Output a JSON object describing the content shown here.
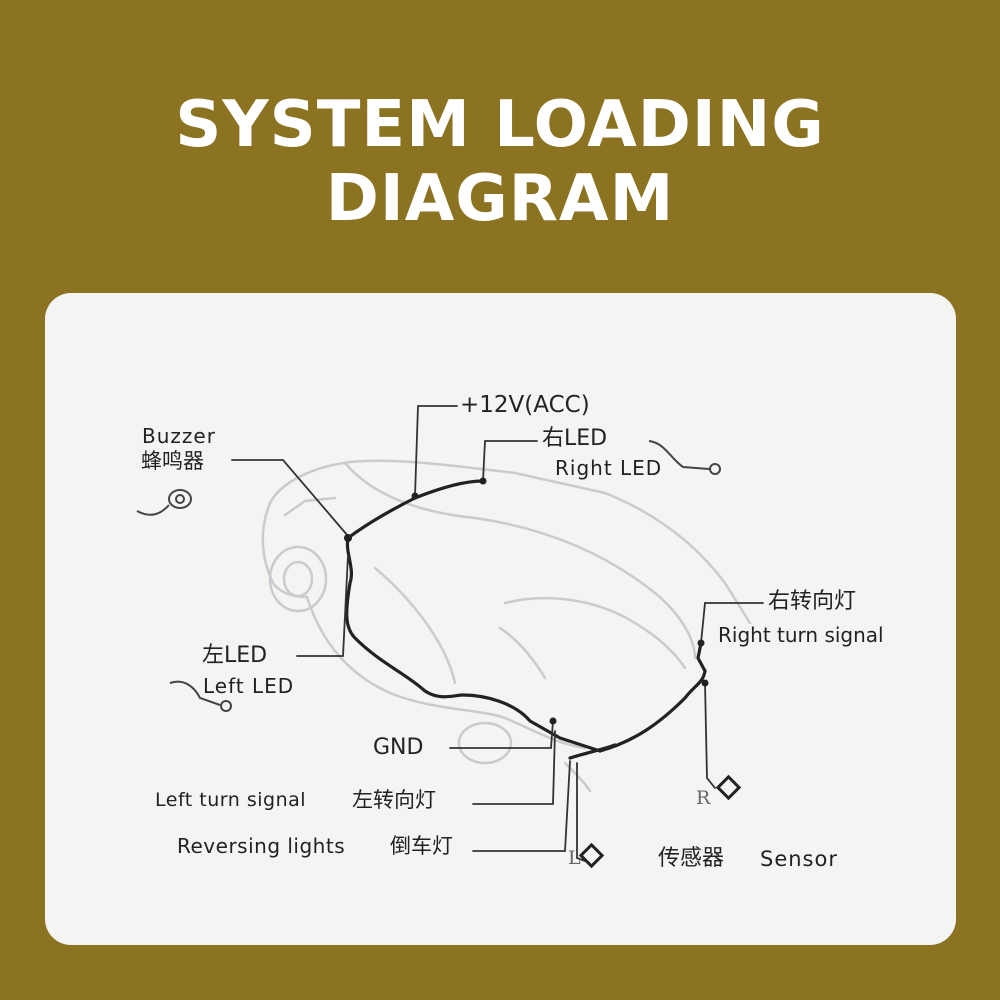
{
  "title": "SYSTEM LOADING DIAGRAM",
  "colors": {
    "background": "#8C7322",
    "panel": "#F4F4F2",
    "wire": "#222222",
    "car_outline": "#C9CBCF"
  },
  "labels": {
    "power": "+12V(ACC)",
    "buzzer_en": "Buzzer",
    "buzzer_cn": "蜂鸣器",
    "right_led_cn": "右LED",
    "right_led_en": "Right LED",
    "left_led_cn": "左LED",
    "left_led_en": "Left LED",
    "right_turn_cn": "右转向灯",
    "right_turn_en": "Right turn signal",
    "gnd": "GND",
    "left_turn_en": "Left turn signal",
    "left_turn_cn": "左转向灯",
    "reversing_en": "Reversing lights",
    "reversing_cn": "倒车灯",
    "sensor_r": "R",
    "sensor_l": "L",
    "sensor_cn": "传感器",
    "sensor_en": "Sensor"
  }
}
